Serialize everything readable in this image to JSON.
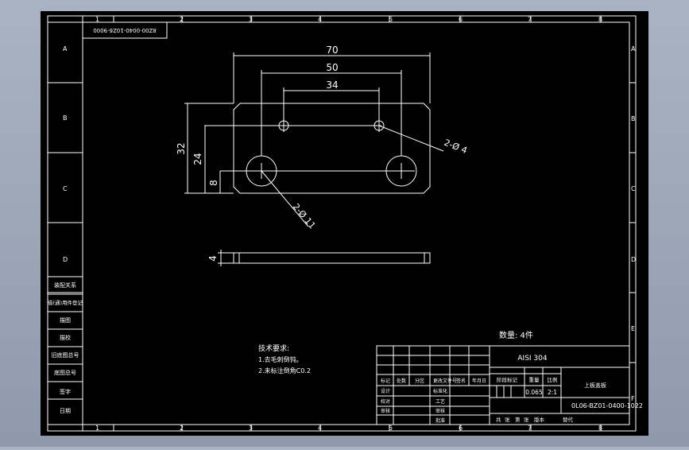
{
  "drawing": {
    "rotated_code": "8Z00-0040-10Z6-9000",
    "column_numbers": [
      "1",
      "2",
      "3",
      "4",
      "5",
      "6",
      "7",
      "8"
    ],
    "row_letters": [
      "A",
      "B",
      "C",
      "D"
    ],
    "right_row_letters": [
      "A",
      "B",
      "C",
      "D",
      "E",
      "F"
    ],
    "left_strip_labels": [
      "装配关系",
      "借(通)用件登记",
      "描图",
      "描校",
      "旧底图总号",
      "底图总号",
      "签字",
      "日期"
    ],
    "dimensions": {
      "overall_width": "70",
      "hole_spacing_large": "50",
      "hole_spacing_small": "34",
      "height": "32",
      "small_hole_height": "24",
      "large_hole_height": "8",
      "small_holes": "2-Ø 4",
      "large_holes": "2-Ø 11",
      "thickness": "4"
    },
    "quantity_note": "数量: 4件",
    "technical_requirements": {
      "heading": "技术要求:",
      "items": [
        "1.去毛刺倒钝。",
        "2.未标注倒角C0.2"
      ]
    },
    "title_block": {
      "material": "AISI 304",
      "header_cells": [
        "标记",
        "处数",
        "分区",
        "更改文件号",
        "签名",
        "年月日"
      ],
      "role_cells": [
        "设计",
        "校对",
        "审核"
      ],
      "mid_cells": [
        "标准化",
        "工艺",
        "审核",
        "批准"
      ],
      "stage_label": "阶段标记",
      "weight_label": "重量",
      "scale_label": "比例",
      "weight": "0.065",
      "scale": "2:1",
      "part_name": "上板盖板",
      "drawing_number": "0L06-BZ01-0400-1022",
      "footer": [
        "共",
        "张",
        "第",
        "张",
        "版本",
        "替代"
      ]
    }
  }
}
